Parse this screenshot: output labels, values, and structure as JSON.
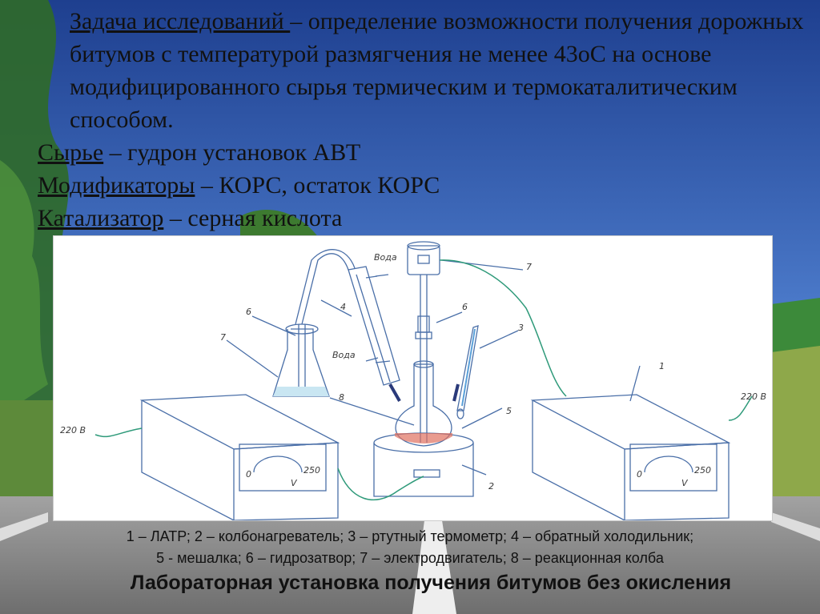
{
  "text": {
    "task_label": "Задача исследований ",
    "task_text": "– определение возможности получения дорожных битумов с температурой размягчения не менее 43оС на основе модифицированного сырья термическим и термокаталитическим способом.",
    "feed_label": "Сырье",
    "feed_text": " – гудрон установок АВТ",
    "modifiers_label": "Модификаторы",
    "modifiers_text": " – КОРС, остаток КОРС",
    "catalyst_label": "Катализатор",
    "catalyst_text": " – серная кислота"
  },
  "diagram": {
    "labels": {
      "n1": "1",
      "n2": "2",
      "n3": "3",
      "n4": "4",
      "n5": "5",
      "n6a": "6",
      "n6b": "6",
      "n7a": "7",
      "n7b": "7",
      "n8": "8",
      "water_top": "Вода",
      "water_bottom": "Вода",
      "v220_left": "220 В",
      "v220_right": "220 В",
      "meter_left_0": "0",
      "meter_left_250": "250",
      "meter_left_v": "V",
      "meter_right_0": "0",
      "meter_right_250": "250",
      "meter_right_v": "V"
    }
  },
  "legend": {
    "line1": "1 – ЛАТР; 2 – колбонагреватель; 3 – ртутный термометр; 4 – обратный холодильник;",
    "line2": "5 - мешалка; 6 – гидрозатвор; 7 – электродвигатель; 8 – реакционная колба"
  },
  "caption": "Лабораторная установка получения битумов без окисления",
  "colors": {
    "sky_top": "#1e3f8f",
    "sky_bottom": "#6f9ee0",
    "foliage": "#3d7a30",
    "road": "#8c8c8c",
    "diagram_line": "#4a6fa8",
    "wire": "#2f9a7a",
    "liquid": "#e07060"
  }
}
